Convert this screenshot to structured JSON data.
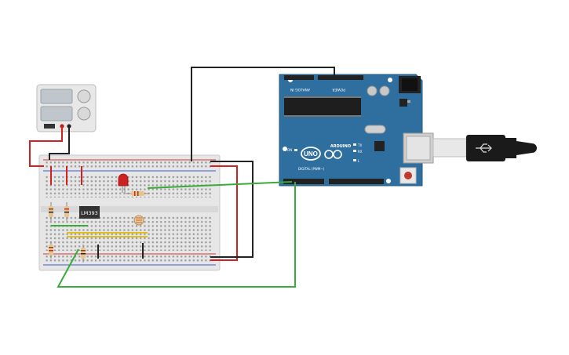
{
  "components": {
    "power_supply": {
      "name": "Power Supply"
    },
    "breadboard": {
      "name": "Breadboard"
    },
    "ic": {
      "label": "LM393"
    },
    "led": {
      "color": "#cc2222"
    },
    "photoresistor": {
      "name": "Photoresistor"
    },
    "arduino": {
      "model": "UNO",
      "brand": "ARDUINO",
      "analog_header": "ANALOG IN",
      "power_header": "POWER",
      "digital_header": "DIGITAL (PWM~)",
      "tx_label": "TX",
      "rx_label": "RX",
      "l_label": "L",
      "on_label": "ON"
    },
    "usb_cable": {
      "name": "USB Cable"
    }
  },
  "wires": [
    {
      "name": "red-wire-power",
      "color": "#d62020"
    },
    {
      "name": "black-wire-ground",
      "color": "#222222"
    },
    {
      "name": "green-wire-signal",
      "color": "#3aaa3a"
    }
  ]
}
